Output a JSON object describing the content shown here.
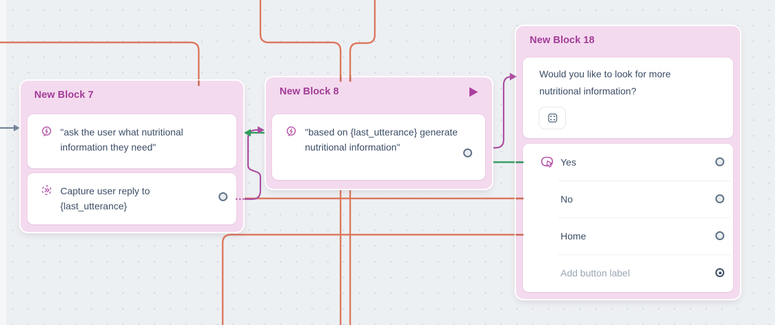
{
  "canvas": {
    "background_color": "#edf0f3",
    "dot_color": "#d0d5dc"
  },
  "connections": {
    "red_color": "#dc785e",
    "green_color": "#35a063",
    "purple_color": "#ac4fa2",
    "input_arrow_color": "#76859a"
  },
  "blocks": {
    "block7": {
      "title": "New Block 7",
      "steps": [
        {
          "icon": "ai-generate-icon",
          "text": "\"ask the user what nutritional information they need\""
        },
        {
          "icon": "capture-icon",
          "text": "Capture user reply to {last_utterance}"
        }
      ]
    },
    "block8": {
      "title": "New Block 8",
      "header_icon": "play-icon",
      "steps": [
        {
          "icon": "ai-generate-icon",
          "text": "\"based on {last_utterance} generate nutritional information\""
        }
      ]
    },
    "block18": {
      "title": "New Block 18",
      "message": "Would you like to look for more nutritional information?",
      "buttons": [
        "Yes",
        "No",
        "Home"
      ],
      "add_button_placeholder": "Add button label"
    }
  }
}
